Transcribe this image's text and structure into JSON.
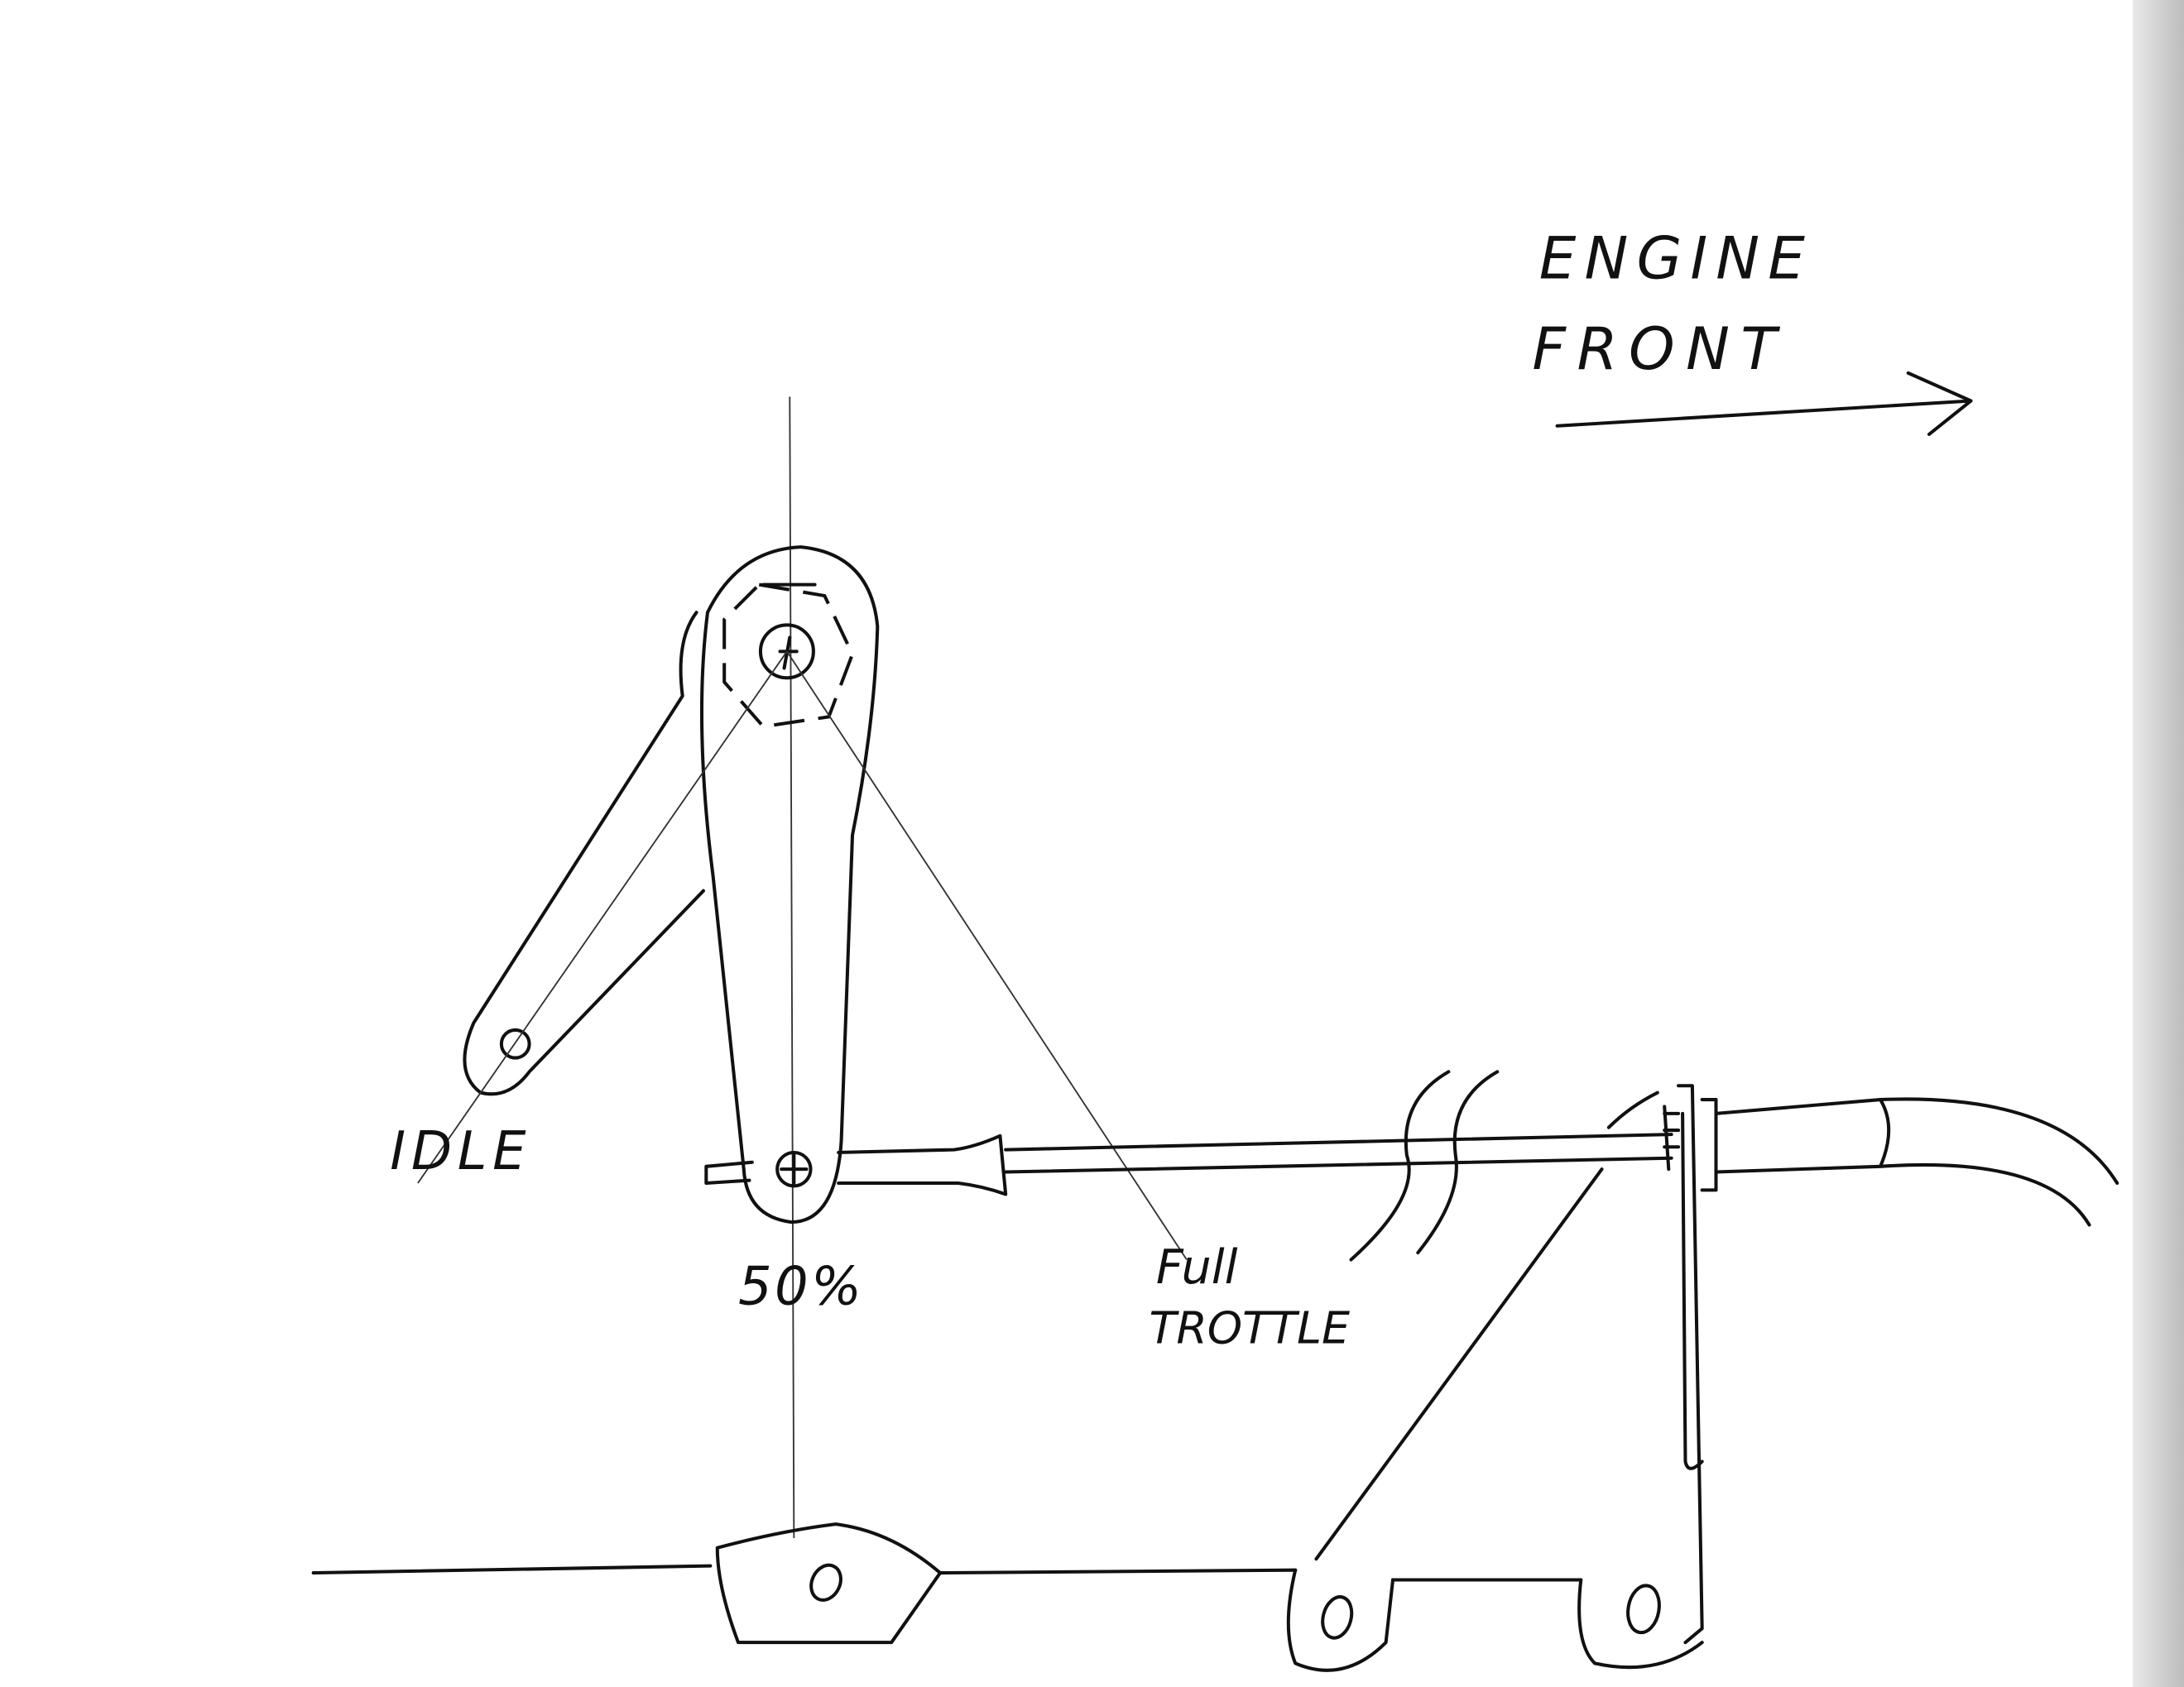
{
  "labels": {
    "engine": "ENGINE",
    "front": "FRONT",
    "idle": "IDLE",
    "half": "50%",
    "full": "Full",
    "throttle": "TROTTLE"
  },
  "colors": {
    "ink": "#111111",
    "paper": "#ffffff"
  }
}
